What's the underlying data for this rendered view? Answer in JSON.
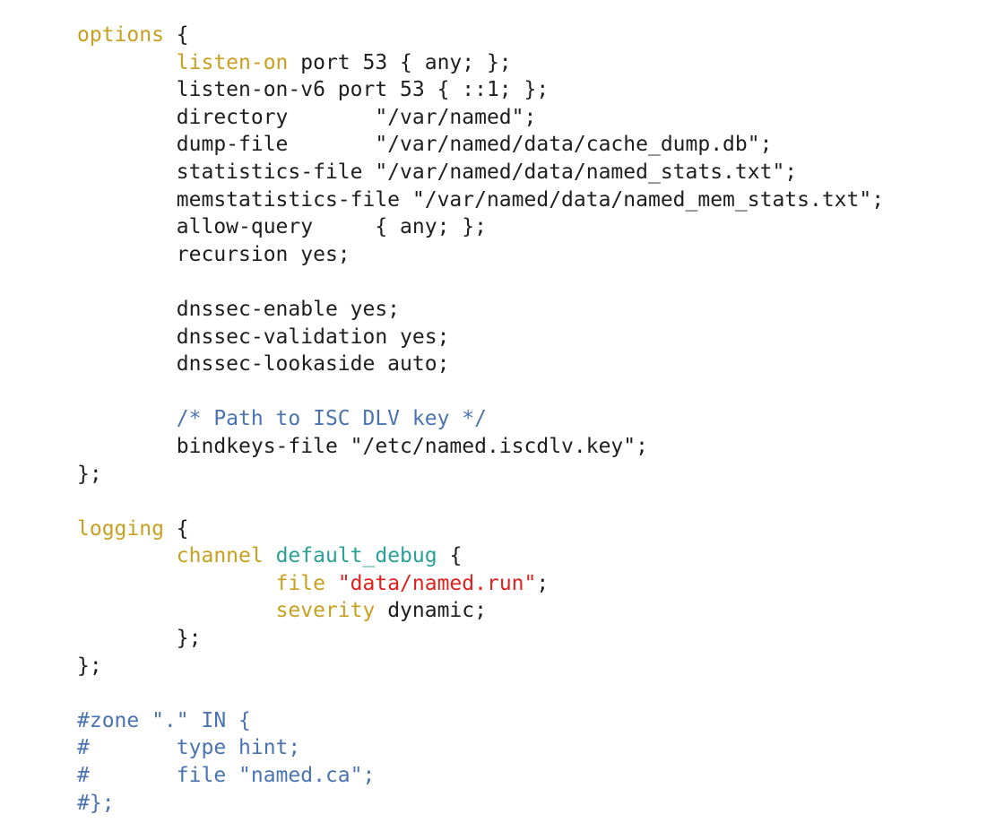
{
  "colors": {
    "default": "#1e1e1e",
    "keyword": "#c8a021",
    "comment": "#4a74b0",
    "identifier": "#2aa198",
    "string": "#e0211d"
  },
  "lines": [
    [
      {
        "text": "options",
        "c": "keyword"
      },
      {
        "text": " {",
        "c": "default"
      }
    ],
    [
      {
        "text": "        ",
        "c": "default"
      },
      {
        "text": "listen-on",
        "c": "keyword"
      },
      {
        "text": " port 53 { any; };",
        "c": "default"
      }
    ],
    [
      {
        "text": "        listen-on-v6 port 53 { ::1; };",
        "c": "default"
      }
    ],
    [
      {
        "text": "        directory       \"/var/named\";",
        "c": "default"
      }
    ],
    [
      {
        "text": "        dump-file       \"/var/named/data/cache_dump.db\";",
        "c": "default"
      }
    ],
    [
      {
        "text": "        statistics-file \"/var/named/data/named_stats.txt\";",
        "c": "default"
      }
    ],
    [
      {
        "text": "        memstatistics-file \"/var/named/data/named_mem_stats.txt\";",
        "c": "default"
      }
    ],
    [
      {
        "text": "        allow-query     { any; };",
        "c": "default"
      }
    ],
    [
      {
        "text": "        recursion yes;",
        "c": "default"
      }
    ],
    [
      {
        "text": "",
        "c": "default"
      }
    ],
    [
      {
        "text": "        dnssec-enable yes;",
        "c": "default"
      }
    ],
    [
      {
        "text": "        dnssec-validation yes;",
        "c": "default"
      }
    ],
    [
      {
        "text": "        dnssec-lookaside auto;",
        "c": "default"
      }
    ],
    [
      {
        "text": "",
        "c": "default"
      }
    ],
    [
      {
        "text": "        ",
        "c": "default"
      },
      {
        "text": "/* Path to ISC DLV key */",
        "c": "comment"
      }
    ],
    [
      {
        "text": "        bindkeys-file \"/etc/named.iscdlv.key\";",
        "c": "default"
      }
    ],
    [
      {
        "text": "};",
        "c": "default"
      }
    ],
    [
      {
        "text": "",
        "c": "default"
      }
    ],
    [
      {
        "text": "logging",
        "c": "keyword"
      },
      {
        "text": " {",
        "c": "default"
      }
    ],
    [
      {
        "text": "        ",
        "c": "default"
      },
      {
        "text": "channel",
        "c": "keyword"
      },
      {
        "text": " ",
        "c": "default"
      },
      {
        "text": "default_debug",
        "c": "identifier"
      },
      {
        "text": " {",
        "c": "default"
      }
    ],
    [
      {
        "text": "                ",
        "c": "default"
      },
      {
        "text": "file",
        "c": "keyword"
      },
      {
        "text": " ",
        "c": "default"
      },
      {
        "text": "\"data/named.run\"",
        "c": "string"
      },
      {
        "text": ";",
        "c": "default"
      }
    ],
    [
      {
        "text": "                ",
        "c": "default"
      },
      {
        "text": "severity",
        "c": "keyword"
      },
      {
        "text": " dynamic;",
        "c": "default"
      }
    ],
    [
      {
        "text": "        };",
        "c": "default"
      }
    ],
    [
      {
        "text": "};",
        "c": "default"
      }
    ],
    [
      {
        "text": "",
        "c": "default"
      }
    ],
    [
      {
        "text": "#zone \".\" IN {",
        "c": "comment"
      }
    ],
    [
      {
        "text": "#       type hint;",
        "c": "comment"
      }
    ],
    [
      {
        "text": "#       file \"named.ca\";",
        "c": "comment"
      }
    ],
    [
      {
        "text": "#};",
        "c": "comment"
      }
    ]
  ]
}
